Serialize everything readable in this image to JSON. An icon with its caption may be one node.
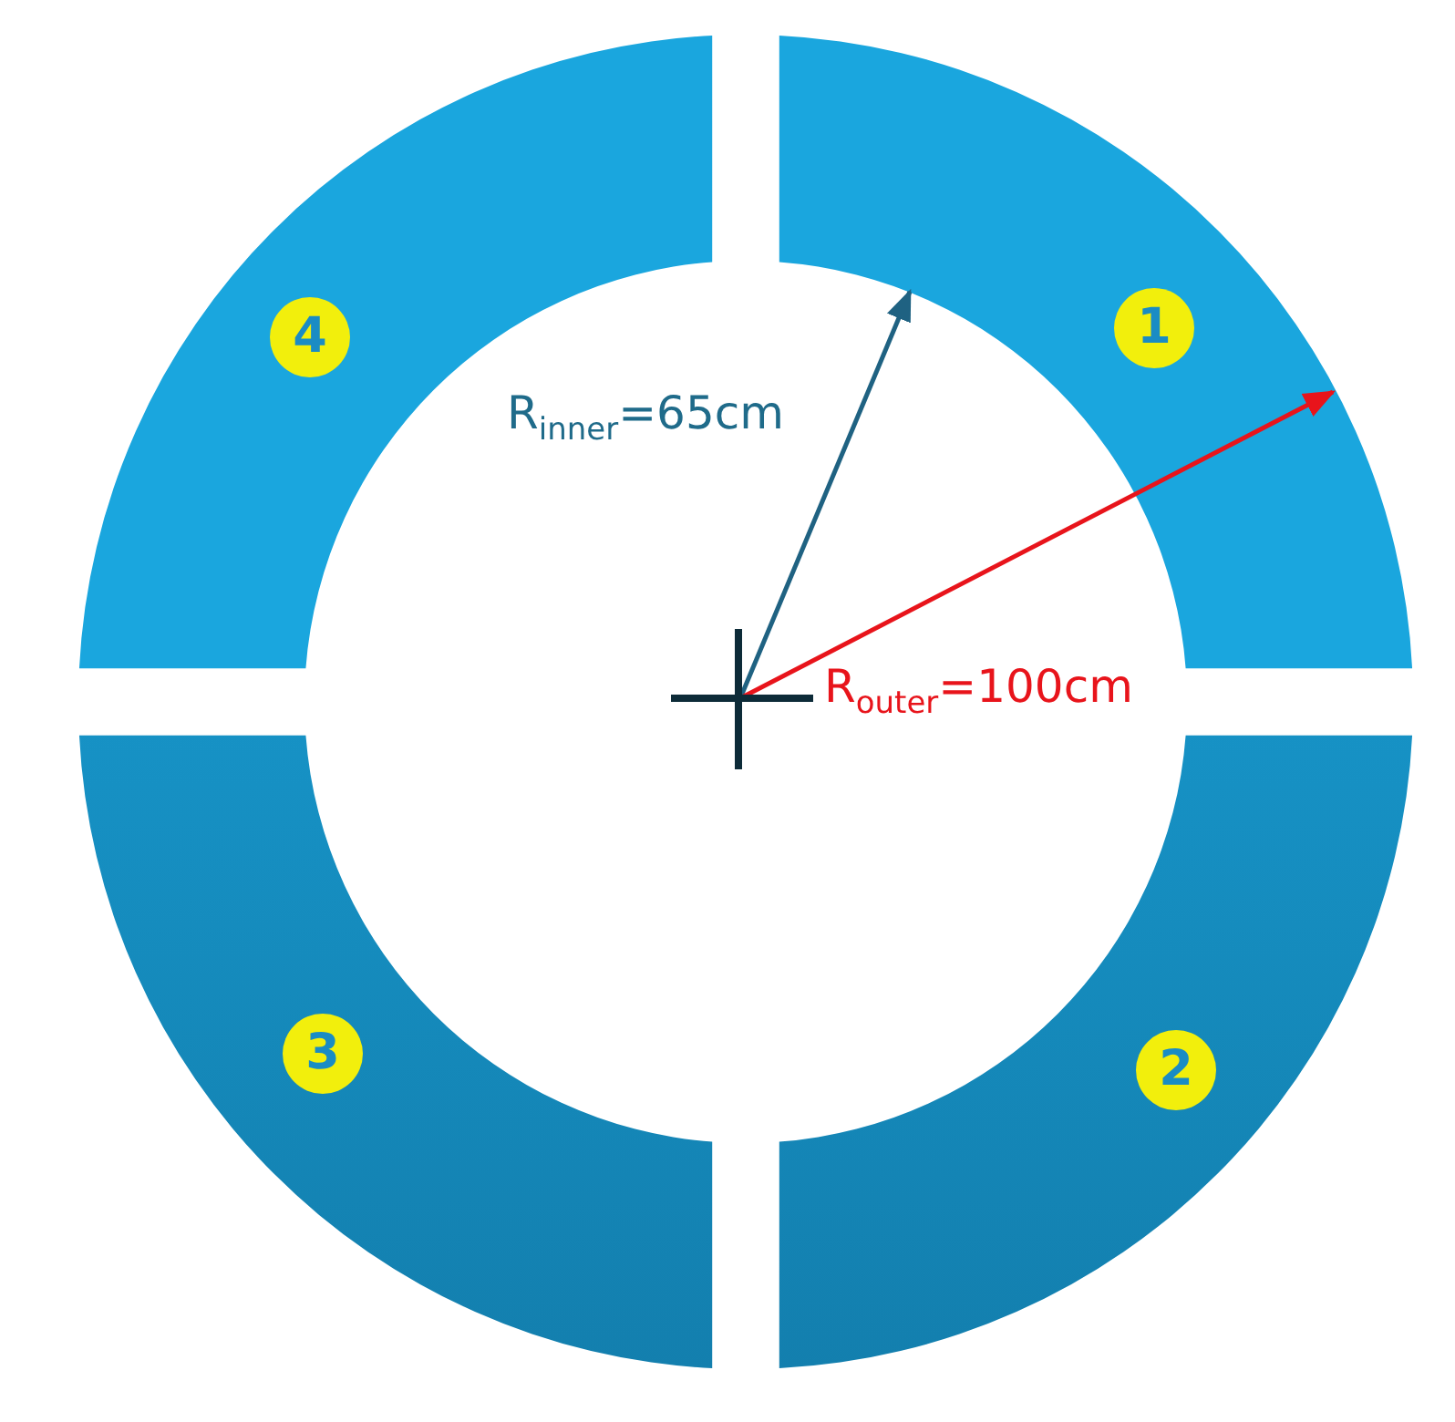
{
  "diagram": {
    "nodes": [
      {
        "text": [
          "4"
        ]
      },
      {
        "text": [
          "1"
        ]
      },
      {
        "text": [
          "3"
        ]
      },
      {
        "text": [
          "2"
        ]
      }
    ],
    "labels": [
      "R$_{inner}$=65cm",
      "R$_{outer}$=100cm"
    ]
  }
}
